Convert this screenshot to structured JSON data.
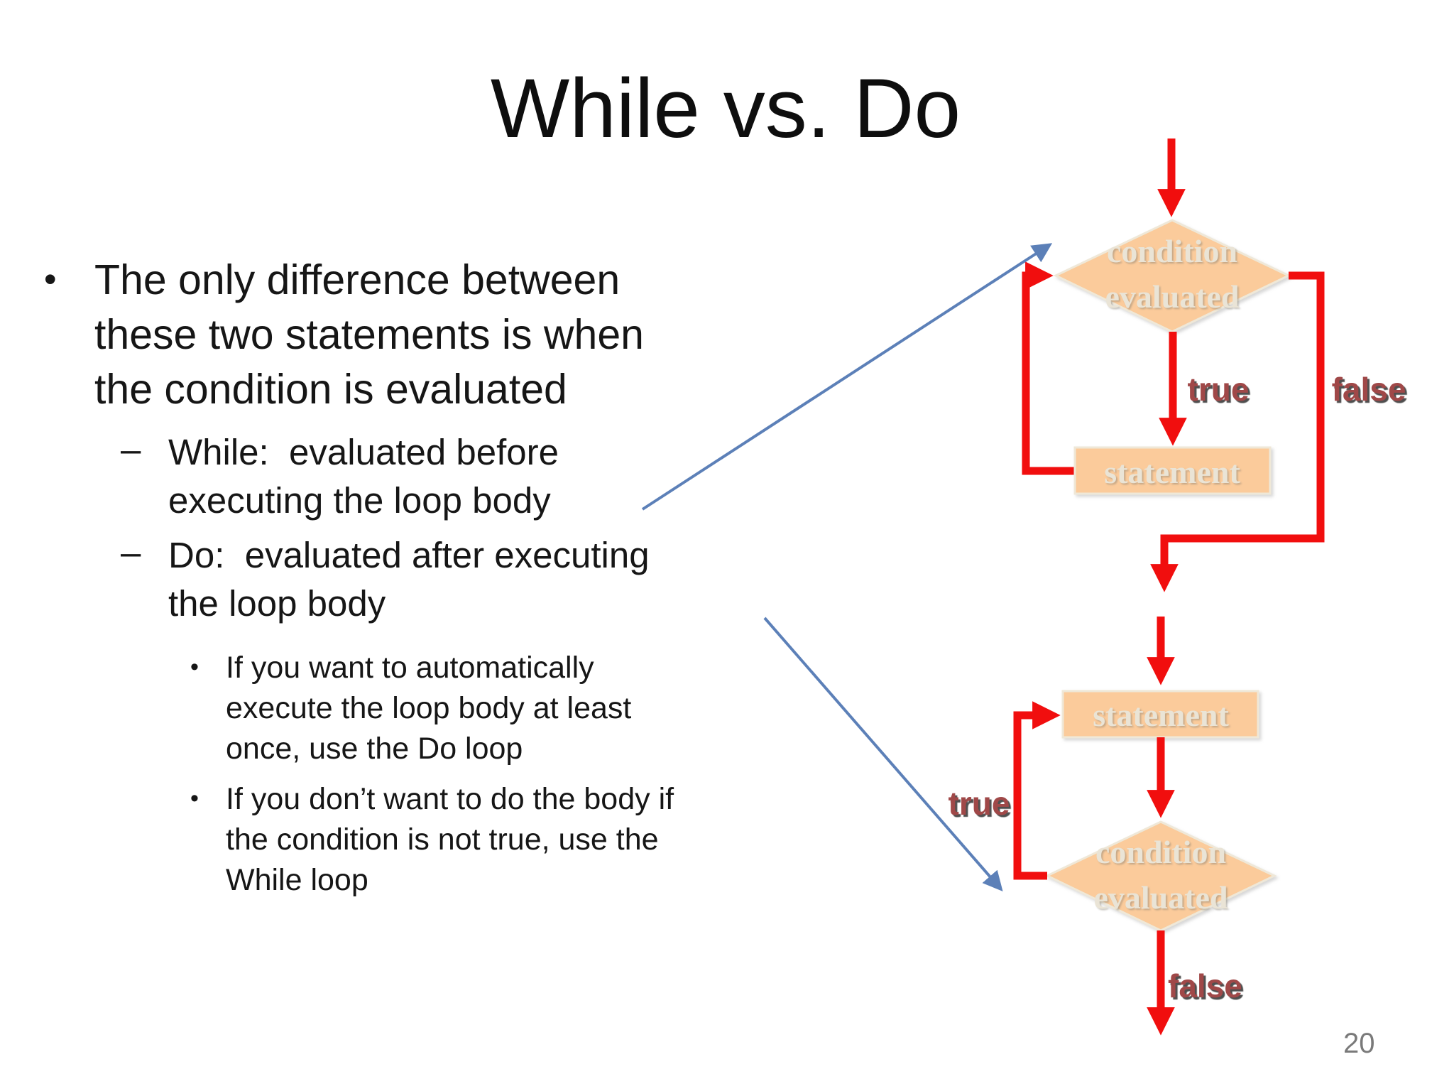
{
  "slide": {
    "title": "While vs. Do",
    "page_number": "20",
    "bullets": {
      "level1": {
        "marker": "•",
        "lines": [
          "The only difference between",
          "these two statements is when",
          "the condition is evaluated"
        ]
      },
      "level2": [
        {
          "marker": "–",
          "lines": [
            "While:  evaluated before",
            "executing the loop body"
          ]
        },
        {
          "marker": "–",
          "lines": [
            "Do:  evaluated after executing",
            "the loop body"
          ]
        }
      ],
      "level3": [
        {
          "marker": "•",
          "lines": [
            "If you want to automatically",
            "execute the loop body at least",
            "once, use the Do loop"
          ]
        },
        {
          "marker": "•",
          "lines": [
            "If you don’t want to do the body if",
            "the condition is not true, use the",
            "While loop"
          ]
        }
      ]
    },
    "flowcharts": {
      "while_chart": {
        "condition_line1": "condition",
        "condition_line2": "evaluated",
        "statement_label": "statement",
        "true_label": "true",
        "false_label": "false"
      },
      "do_chart": {
        "condition_line1": "condition",
        "condition_line2": "evaluated",
        "statement_label": "statement",
        "true_label": "true",
        "false_label": "false"
      }
    },
    "colors": {
      "arrow_red": "#f10e0e",
      "shape_fill": "#fbcb9b",
      "shape_stroke": "#efe8d8",
      "shape_text": "#eae4d6",
      "branch_label": "#a04848",
      "callout_blue": "#5c80b8",
      "page_number_gray": "#7a7a7a",
      "body_text": "#161616"
    }
  }
}
